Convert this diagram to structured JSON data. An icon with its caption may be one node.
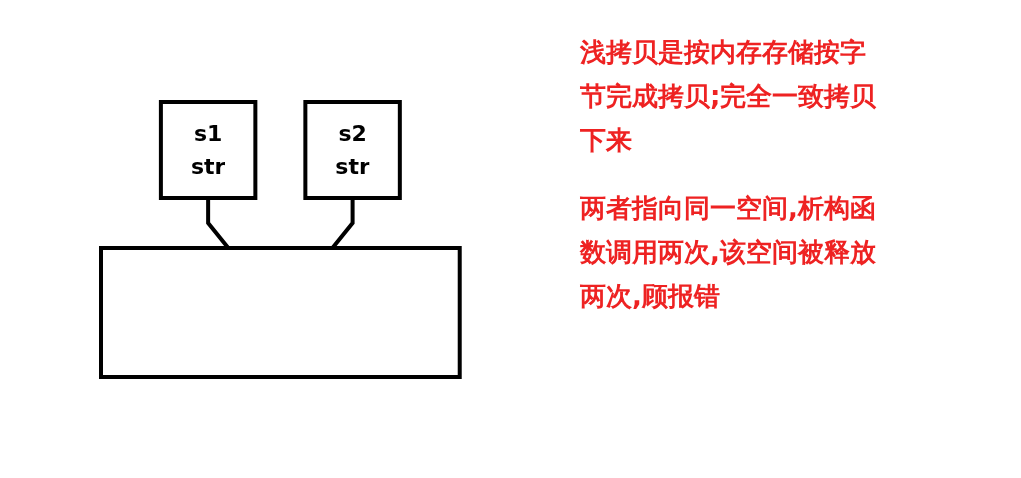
{
  "diagram": {
    "nodes": [
      {
        "text": [
          "s1",
          "str"
        ]
      },
      {
        "text": [
          "s2",
          "str"
        ]
      },
      {
        "text": [],
        "shape": "box"
      }
    ],
    "edges": [
      {
        "from": 0,
        "to": 2,
        "arrow": "none"
      },
      {
        "from": 1,
        "to": 2,
        "arrow": "none"
      }
    ],
    "labels": [
      "浅拷贝是按内存存储按字节完成拷贝;完全一致拷贝下来",
      "两者指向同一空间,析构函数调用两次,该空间被释放两次,顾报错"
    ]
  }
}
